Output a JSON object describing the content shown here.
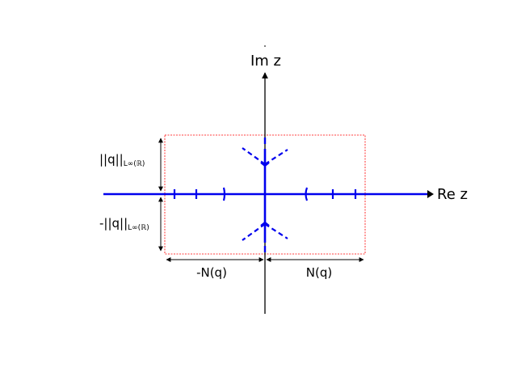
{
  "labels": {
    "im_axis": "Im z",
    "re_axis": "Re z",
    "upper_bound": "||q||",
    "lower_bound": "-||q||",
    "norm_subscript": "L∞(ℝ)",
    "neg_extent": "-N(q)",
    "pos_extent": "N(q)"
  },
  "colors": {
    "contour": "#0000ee",
    "axes": "#000000",
    "box": "#ff0000"
  }
}
